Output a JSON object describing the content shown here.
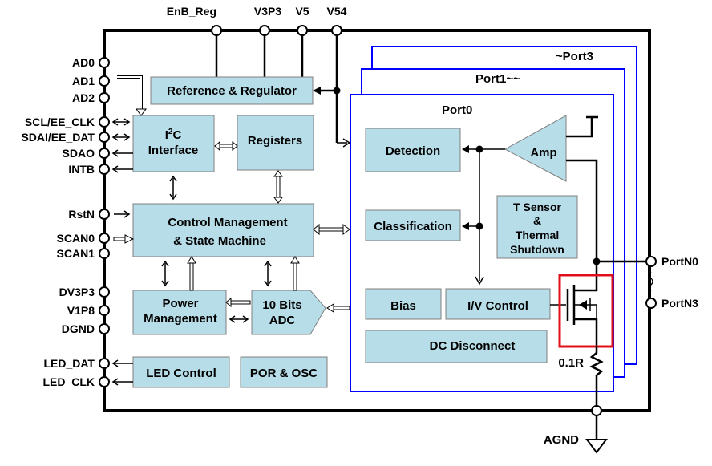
{
  "top_pins": [
    "EnB_Reg",
    "V3P3",
    "V5",
    "V54"
  ],
  "left_pins": {
    "ad0": "AD0",
    "ad1": "AD1",
    "ad2": "AD2",
    "scl": "SCL/EE_CLK",
    "sdai": "SDAI/EE_DAT",
    "sdao": "SDAO",
    "intb": "INTB",
    "rstn": "RstN",
    "scan0": "SCAN0",
    "scan1": "SCAN1",
    "dv3p3": "DV3P3",
    "v1p8": "V1P8",
    "dgnd": "DGND",
    "led_dat": "LED_DAT",
    "led_clk": "LED_CLK"
  },
  "blocks": {
    "reference_regulator": "Reference & Regulator",
    "i2c_main": "I",
    "i2c_sup": "2",
    "i2c_tail": "C",
    "i2c_line2": "Interface",
    "registers": "Registers",
    "control_line1": "Control Management",
    "control_line2": "& State Machine",
    "power_line1": "Power",
    "power_line2": "Management",
    "adc_line1": "10 Bits",
    "adc_line2": "ADC",
    "led_control": "LED Control",
    "por_osc": "POR & OSC"
  },
  "ports": {
    "port3": "~Port3",
    "port1": "Port1~~",
    "port0": "Port0",
    "detection": "Detection",
    "classification": "Classification",
    "bias": "Bias",
    "iv_control": "I/V Control",
    "dc_disconnect": "DC Disconnect",
    "amp": "Amp",
    "tsensor_1": "T Sensor",
    "tsensor_2": "&",
    "tsensor_3": "Thermal",
    "tsensor_4": "Shutdown",
    "resistor": "0.1R"
  },
  "right_pins": {
    "portn0": "PortN0",
    "portn3": "PortN3"
  },
  "ground": "AGND",
  "colors": {
    "block_fill": "#b7dde8",
    "port_frame": "#0000ff",
    "highlight": "#e0101a"
  }
}
